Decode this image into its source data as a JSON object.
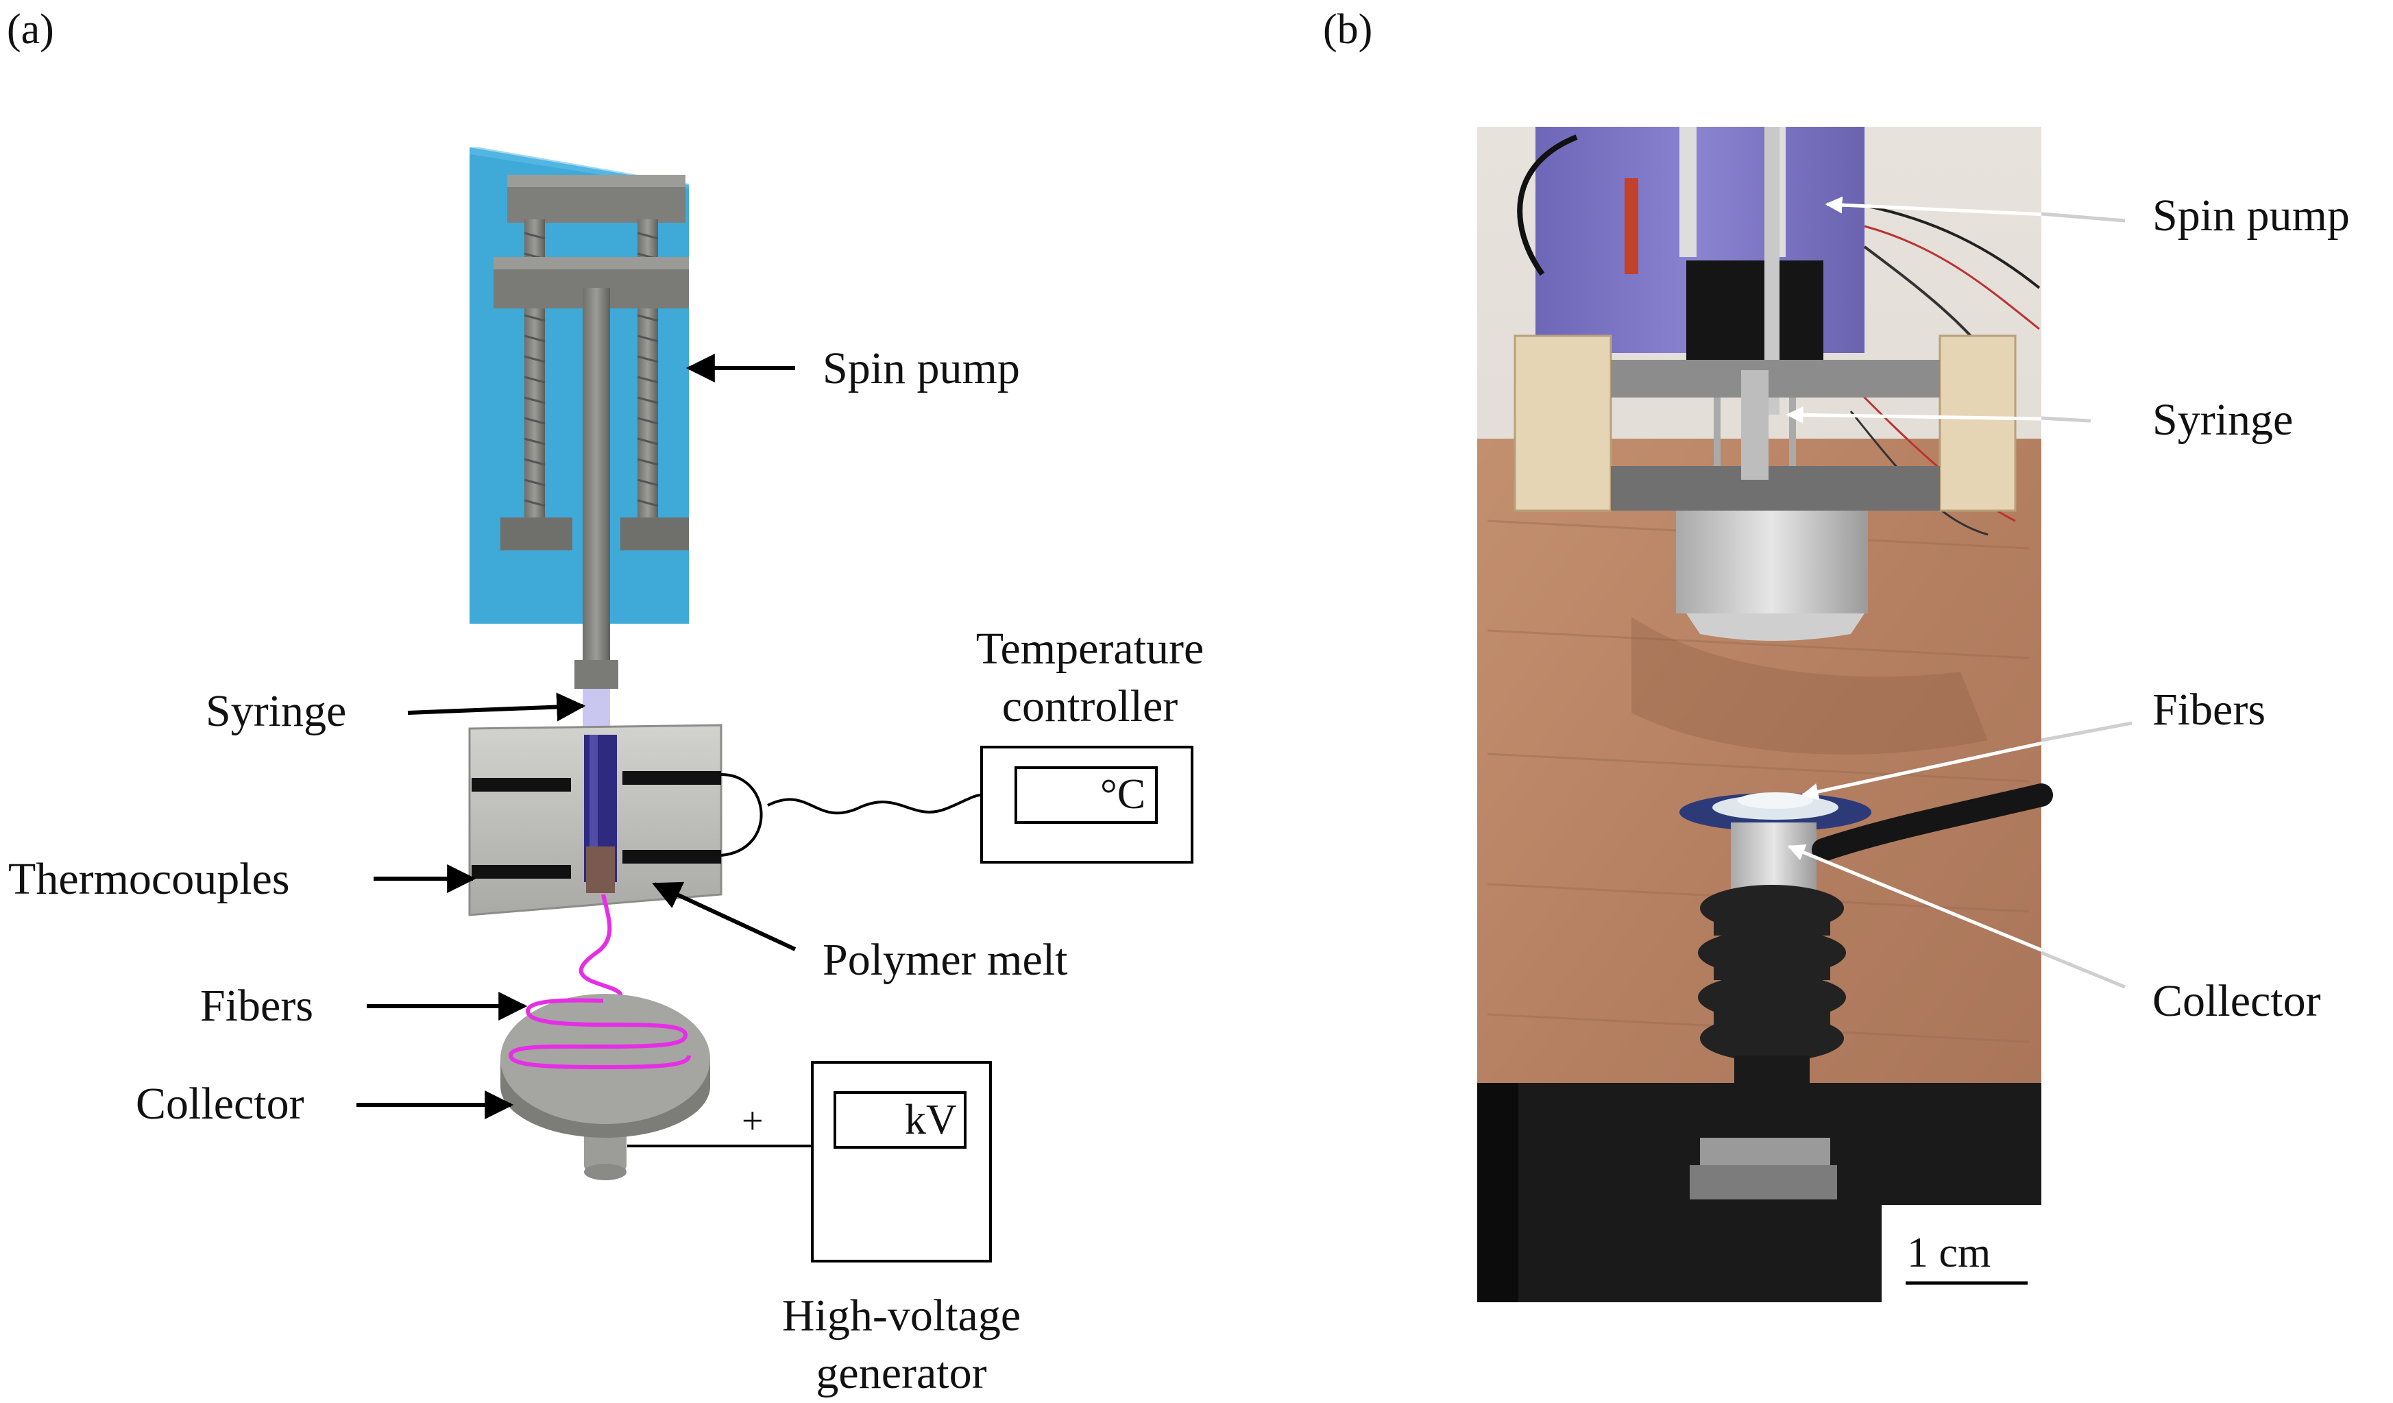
{
  "panels": {
    "a": {
      "tag": "(a)"
    },
    "b": {
      "tag": "(b)"
    }
  },
  "diagram_a": {
    "labels": {
      "spin_pump": "Spin pump",
      "syringe": "Syringe",
      "thermocouples": "Thermocouples",
      "polymer_melt": "Polymer melt",
      "fibers": "Fibers",
      "collector": "Collector",
      "temperature_controller": "Temperature controller",
      "temp_unit": "°C",
      "hv_generator": "High-voltage generator",
      "kv_unit": "kV",
      "plus_sign": "+"
    },
    "colors": {
      "pump_plate": "#3fa9d8",
      "metal_gray": "#8a8a86",
      "heater_block": "#c4c4c0",
      "syringe_glow": "#c9c6f0",
      "polymer_melt": "#7a5a4e",
      "fiber_trace": "#e62ee6",
      "collector": "#8f8f8b"
    }
  },
  "photo_b": {
    "labels": {
      "spin_pump": "Spin pump",
      "syringe": "Syringe",
      "fibers": "Fibers",
      "collector": "Collector",
      "scale_bar": "1 cm"
    },
    "colors": {
      "wood_panel": "#b98568",
      "pump_body": "#7f78c6",
      "bench": "#1a1a1a",
      "insulator": "#222222"
    }
  }
}
